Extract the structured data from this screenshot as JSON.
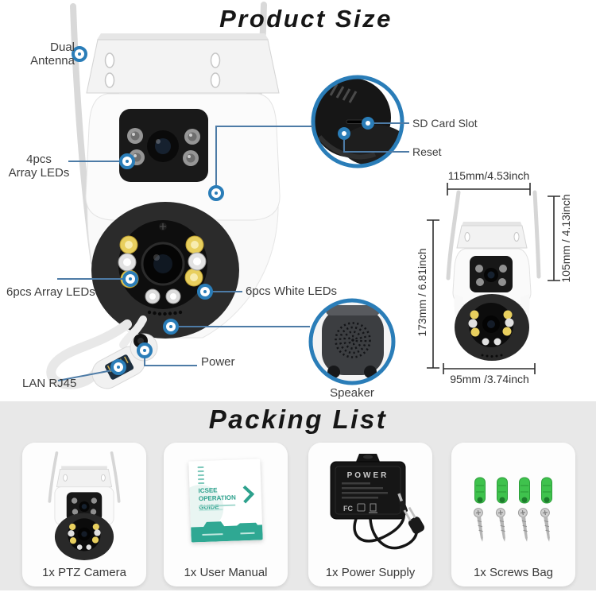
{
  "titles": {
    "product_size": "Product Size",
    "packing_list": "Packing List"
  },
  "callouts": {
    "dual_antenna_line1": "Dual",
    "dual_antenna_line2": "Antenna",
    "array4_line1": "4pcs",
    "array4_line2": "Array LEDs",
    "array6": "6pcs Array LEDs",
    "white6": "6pcs White LEDs",
    "power": "Power",
    "lan": "LAN RJ45",
    "speaker": "Speaker",
    "sd_card": "SD Card Slot",
    "reset": "Reset"
  },
  "dimensions": {
    "width_top": "115mm/4.53inch",
    "height_right": "105mm / 4.13inch",
    "height_left": "173mm / 6.81inch",
    "width_bottom": "95mm /3.74inch"
  },
  "packing_list": {
    "items": [
      {
        "label": "1x PTZ Camera"
      },
      {
        "label": "1x User Manual"
      },
      {
        "label": "1x Power Supply"
      },
      {
        "label": "1x Screws Bag"
      }
    ]
  },
  "manual": {
    "title": "ICSEE OPERATION GUIDE"
  },
  "power_adapter": {
    "label": "POWER",
    "cert_mark": "FC"
  },
  "icons": {
    "callout_marker": "blue-ring-dot",
    "zoom_inset": "blue-circle-magnifier"
  },
  "colors": {
    "accent_blue": "#2a7db8",
    "line_blue": "#4d7ba6",
    "section_bg": "#e8e8e8",
    "manual_teal": "#2fa893",
    "screw_green": "#3fc24d",
    "led_yellow": "#e8cf5e",
    "title_color": "#161616",
    "label_color": "#3d3d3d"
  }
}
